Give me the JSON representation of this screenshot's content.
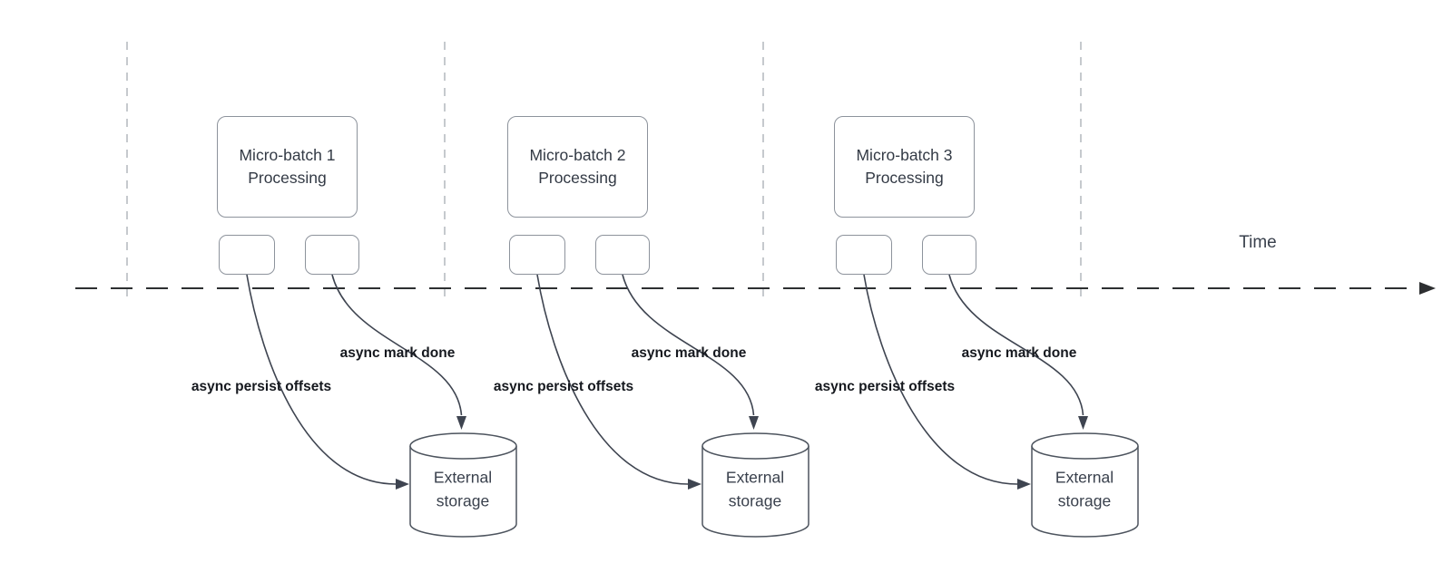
{
  "axis": {
    "label": "Time"
  },
  "batches": [
    {
      "box_label": "Micro-batch 1\nProcessing",
      "persist_label": "async persist offsets",
      "mark_done_label": "async mark done",
      "storage_label": "External\nstorage"
    },
    {
      "box_label": "Micro-batch 2\nProcessing",
      "persist_label": "async persist offsets",
      "mark_done_label": "async mark done",
      "storage_label": "External\nstorage"
    },
    {
      "box_label": "Micro-batch 3\nProcessing",
      "persist_label": "async persist offsets",
      "mark_done_label": "async mark done",
      "storage_label": "External\nstorage"
    }
  ],
  "colors": {
    "flow_arrow": "#3e4450",
    "timeline": "#2d2f31",
    "gridline": "#b7bcc1",
    "node_stroke": "#8d939c",
    "cylinder_stroke": "#4d545e",
    "box_text": "#333a45",
    "bold_label_text": "#15181e",
    "axis_text": "#3a414d",
    "background": "#ffffff"
  }
}
